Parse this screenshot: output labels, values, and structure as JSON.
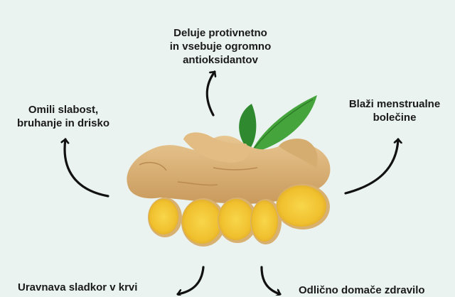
{
  "benefits": {
    "top": [
      "Deluje protivnetno",
      "in vsebuje ogromno",
      "antioksidantov"
    ],
    "left": [
      "Omili slabost,",
      "bruhanje in drisko"
    ],
    "right": [
      "Blaži menstrualne",
      "bolečine"
    ],
    "bottom_left": [
      "Uravnava sladkor v krvi"
    ],
    "bottom_right": [
      "Odlično domače zdravilo"
    ]
  },
  "icons": {
    "arrow": "curved-arrow-icon",
    "ginger": "ginger-root-illustration"
  },
  "colors": {
    "background": "#eaf3ef",
    "text": "#1a1a1a",
    "arrow": "#111111",
    "ginger_skin": "#d9b27a",
    "ginger_flesh": "#f2c431",
    "leaf": "#3f9a3a"
  }
}
